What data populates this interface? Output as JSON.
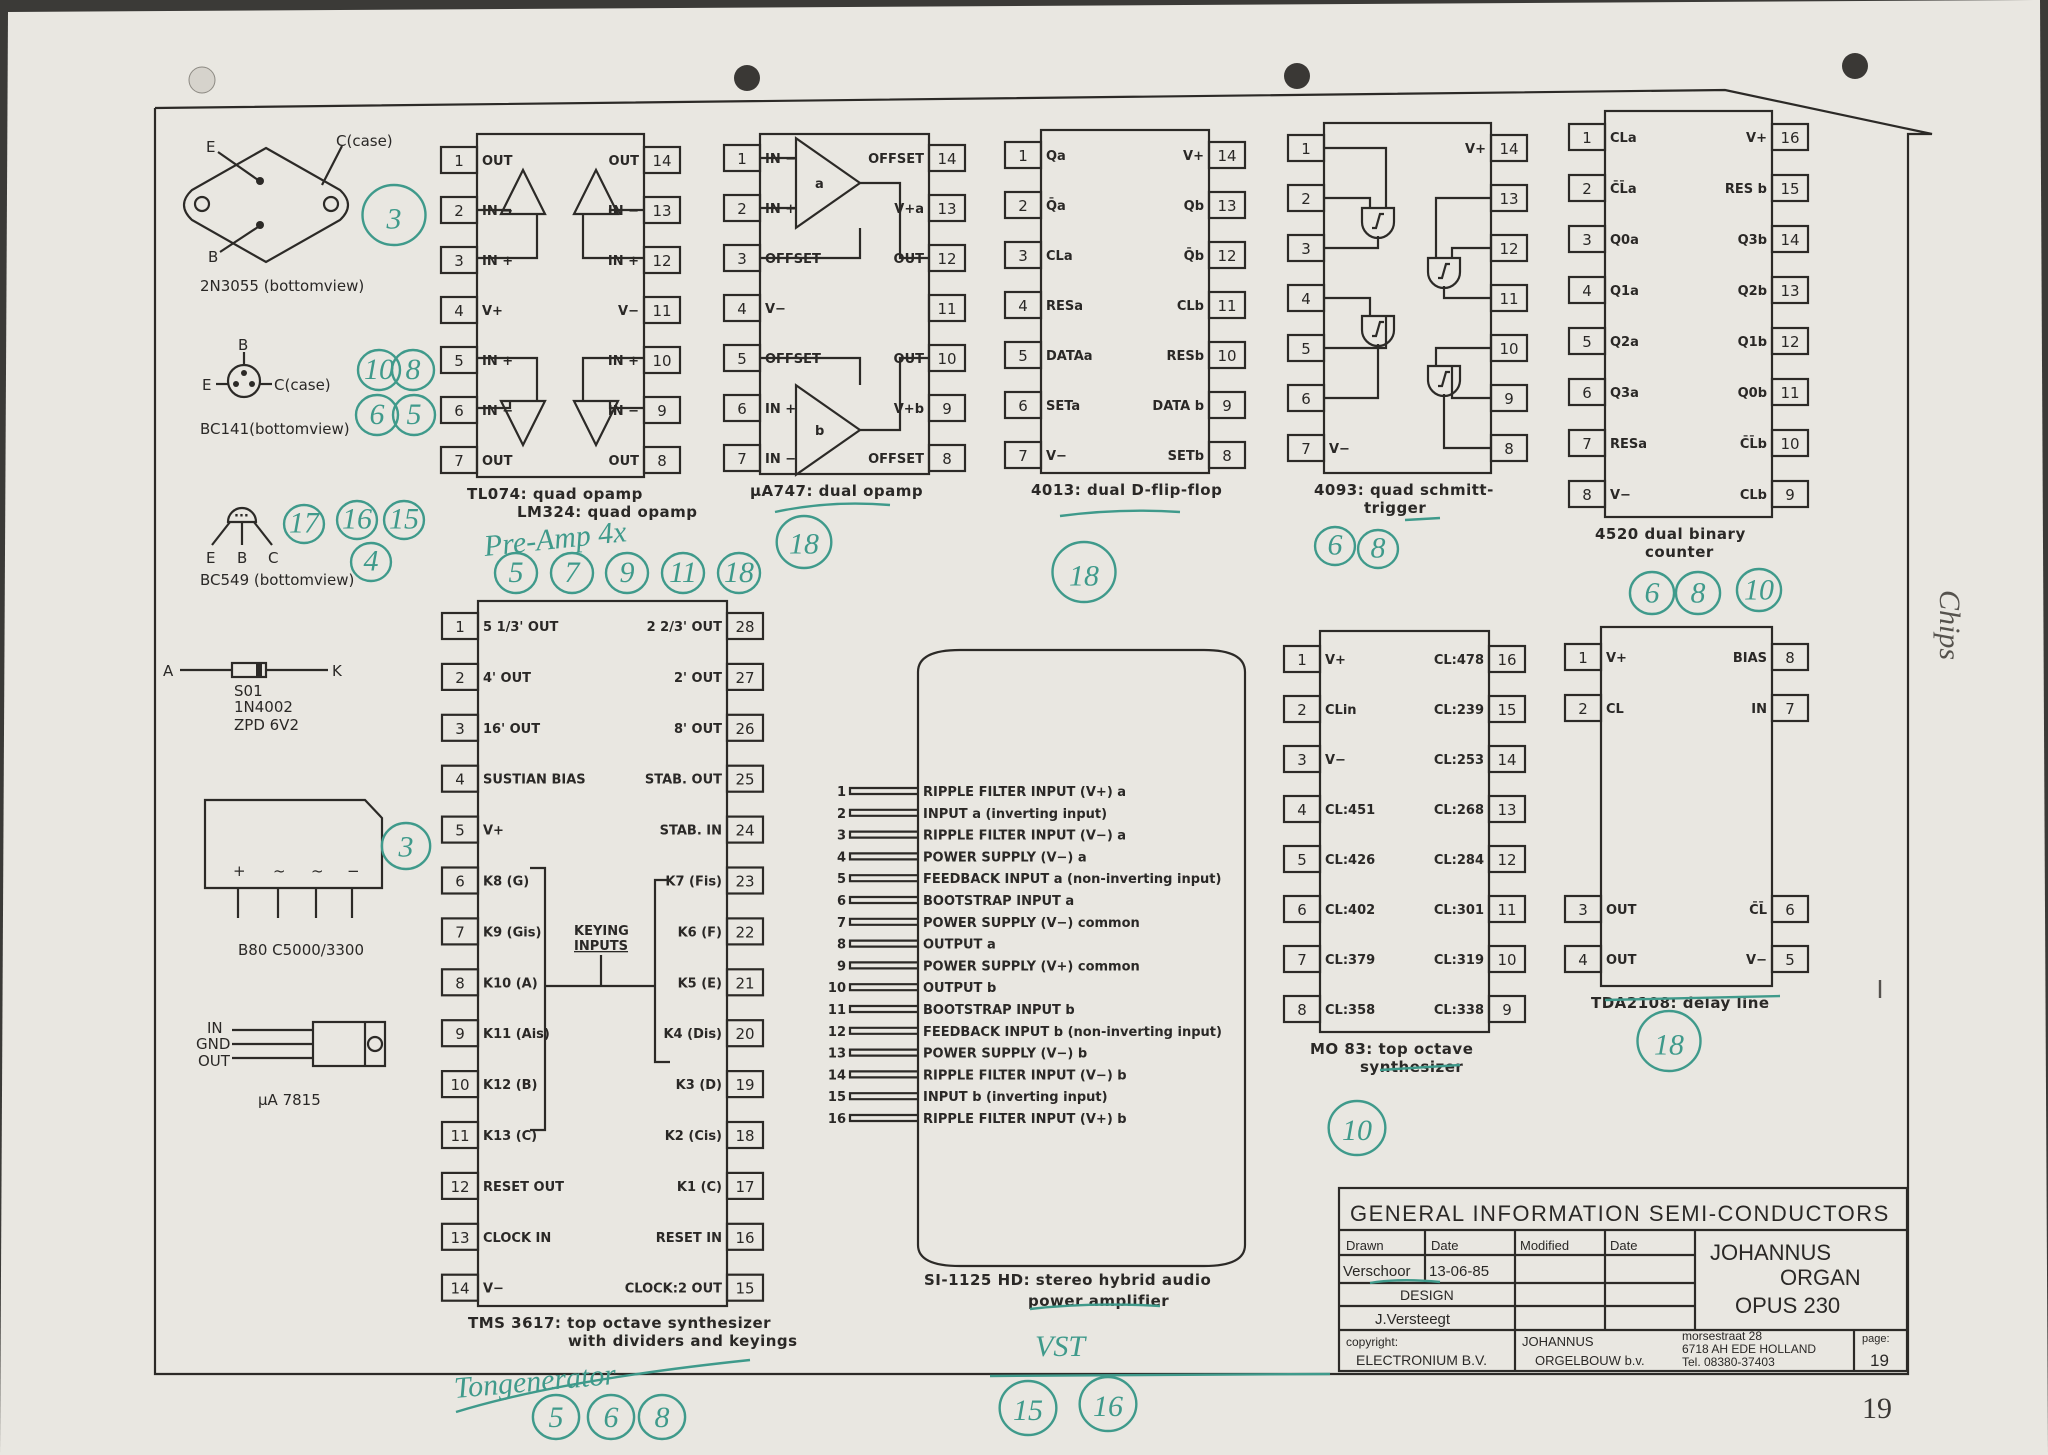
{
  "title_block": {
    "title": "GENERAL INFORMATION SEMI-CONDUCTORS",
    "drawn_label": "Drawn",
    "date_label": "Date",
    "modified_label": "Modified",
    "modified_date_label": "Date",
    "drawn_by": "Verschoor",
    "drawn_date": "13-06-85",
    "design_label": "DESIGN",
    "designer": "J.Versteegt",
    "company_line1": "JOHANNUS",
    "company_line2": "ORGAN",
    "company_line3": "OPUS  230",
    "copyright_label": "copyright:",
    "copyright_holder": "ELECTRONIUM B.V.",
    "maker_line1": "JOHANNUS",
    "maker_line2": "ORGELBOUW b.v.",
    "address_line1": "morsestraat 28",
    "address_line2": "6718 AH EDE HOLLAND",
    "address_line3": "Tel. 08380-37403",
    "page_label": "page:",
    "page_number": "19"
  },
  "components": {
    "t2n3055": {
      "label": "2N3055 (bottomview)",
      "e": "E",
      "b": "B",
      "c": "C(case)"
    },
    "bc141": {
      "label": "BC141(bottomview)",
      "e": "E",
      "b": "B",
      "c": "C(case)"
    },
    "bc549": {
      "label": "BC549 (bottomview)",
      "e": "E",
      "b": "B",
      "c": "C"
    },
    "diode": {
      "a": "A",
      "k": "K",
      "types": [
        "S01",
        "1N4002",
        "ZPD 6V2"
      ]
    },
    "bridge": {
      "label": "B80  C5000/3300",
      "terminals": [
        "+",
        "~",
        "~",
        "−"
      ]
    },
    "regulator": {
      "label": "µA 7815",
      "pins": [
        "IN",
        "GND",
        "OUT"
      ]
    }
  },
  "chips": {
    "tl074": {
      "caption": [
        "TL074: quad  opamp",
        "LM324: quad  opamp"
      ],
      "left": [
        [
          "1",
          "OUT"
        ],
        [
          "2",
          "IN −"
        ],
        [
          "3",
          "IN +"
        ],
        [
          "4",
          "V+"
        ],
        [
          "5",
          "IN +"
        ],
        [
          "6",
          "IN −"
        ],
        [
          "7",
          "OUT"
        ]
      ],
      "right": [
        [
          "14",
          "OUT"
        ],
        [
          "13",
          "IN −"
        ],
        [
          "12",
          "IN +"
        ],
        [
          "11",
          "V−"
        ],
        [
          "10",
          "IN +"
        ],
        [
          "9",
          "IN −"
        ],
        [
          "8",
          "OUT"
        ]
      ]
    },
    "ua747": {
      "caption": [
        "µA747: dual  opamp"
      ],
      "left": [
        [
          "1",
          "IN −"
        ],
        [
          "2",
          "IN +"
        ],
        [
          "3",
          "OFFSET"
        ],
        [
          "4",
          "V−"
        ],
        [
          "5",
          "OFFSET"
        ],
        [
          "6",
          "IN +"
        ],
        [
          "7",
          "IN −"
        ]
      ],
      "right": [
        [
          "14",
          "OFFSET"
        ],
        [
          "13",
          "V+a"
        ],
        [
          "12",
          "OUT"
        ],
        [
          "11",
          ""
        ],
        [
          "10",
          "OUT"
        ],
        [
          "9",
          "V+b"
        ],
        [
          "8",
          "OFFSET"
        ]
      ],
      "amps": [
        "a",
        "b"
      ]
    },
    "cd4013": {
      "caption": [
        "4013: dual  D-flip-flop"
      ],
      "left": [
        [
          "1",
          "Qa"
        ],
        [
          "2",
          "Q̄a"
        ],
        [
          "3",
          "CLa"
        ],
        [
          "4",
          "RESa"
        ],
        [
          "5",
          "DATAa"
        ],
        [
          "6",
          "SETa"
        ],
        [
          "7",
          "V−"
        ]
      ],
      "right": [
        [
          "14",
          "V+"
        ],
        [
          "13",
          "Qb"
        ],
        [
          "12",
          "Q̄b"
        ],
        [
          "11",
          "CLb"
        ],
        [
          "10",
          "RESb"
        ],
        [
          "9",
          "DATA b"
        ],
        [
          "8",
          "SETb"
        ]
      ]
    },
    "cd4093": {
      "caption": [
        "4093:  quad schmitt-",
        "trigger"
      ],
      "left": [
        [
          "1",
          ""
        ],
        [
          "2",
          ""
        ],
        [
          "3",
          ""
        ],
        [
          "4",
          ""
        ],
        [
          "5",
          ""
        ],
        [
          "6",
          ""
        ],
        [
          "7",
          "V−"
        ]
      ],
      "right": [
        [
          "14",
          "V+"
        ],
        [
          "13",
          ""
        ],
        [
          "12",
          ""
        ],
        [
          "11",
          ""
        ],
        [
          "10",
          ""
        ],
        [
          "9",
          ""
        ],
        [
          "8",
          ""
        ]
      ]
    },
    "cd4520": {
      "caption": [
        "4520  dual  binary",
        "counter"
      ],
      "left": [
        [
          "1",
          "CLa"
        ],
        [
          "2",
          "C̄L̄a"
        ],
        [
          "3",
          "Q0a"
        ],
        [
          "4",
          "Q1a"
        ],
        [
          "5",
          "Q2a"
        ],
        [
          "6",
          "Q3a"
        ],
        [
          "7",
          "RESa"
        ],
        [
          "8",
          "V−"
        ]
      ],
      "right": [
        [
          "16",
          "V+"
        ],
        [
          "15",
          "RES b"
        ],
        [
          "14",
          "Q3b"
        ],
        [
          "13",
          "Q2b"
        ],
        [
          "12",
          "Q1b"
        ],
        [
          "11",
          "Q0b"
        ],
        [
          "10",
          "C̄L̄b"
        ],
        [
          "9",
          "CLb"
        ]
      ]
    },
    "tms3617": {
      "caption": [
        "TMS 3617: top  octave  synthesizer",
        "with dividers and keyings"
      ],
      "left": [
        [
          "1",
          "5 1/3' OUT"
        ],
        [
          "2",
          "4' OUT"
        ],
        [
          "3",
          "16' OUT"
        ],
        [
          "4",
          "SUSTIAN BIAS"
        ],
        [
          "5",
          "V+"
        ],
        [
          "6",
          "K8 (G)"
        ],
        [
          "7",
          "K9 (Gis)"
        ],
        [
          "8",
          "K10 (A)"
        ],
        [
          "9",
          "K11 (Ais)"
        ],
        [
          "10",
          "K12 (B)"
        ],
        [
          "11",
          "K13 (C)"
        ],
        [
          "12",
          "RESET OUT"
        ],
        [
          "13",
          "CLOCK IN"
        ],
        [
          "14",
          "V−"
        ]
      ],
      "right": [
        [
          "28",
          "2 2/3' OUT"
        ],
        [
          "27",
          "2' OUT"
        ],
        [
          "26",
          "8' OUT"
        ],
        [
          "25",
          "STAB. OUT"
        ],
        [
          "24",
          "STAB. IN"
        ],
        [
          "23",
          "K7 (Fis)"
        ],
        [
          "22",
          "K6 (F)"
        ],
        [
          "21",
          "K5 (E)"
        ],
        [
          "20",
          "K4 (Dis)"
        ],
        [
          "19",
          "K3 (D)"
        ],
        [
          "18",
          "K2 (Cis)"
        ],
        [
          "17",
          "K1 (C)"
        ],
        [
          "16",
          "RESET IN"
        ],
        [
          "15",
          "CLOCK:2 OUT"
        ]
      ],
      "keying_label": [
        "KEYING",
        "INPUTS"
      ]
    },
    "mo83": {
      "caption": [
        "MO 83: top  octave",
        "synthesizer"
      ],
      "left": [
        [
          "1",
          "V+"
        ],
        [
          "2",
          "CLin"
        ],
        [
          "3",
          "V−"
        ],
        [
          "4",
          "CL:451"
        ],
        [
          "5",
          "CL:426"
        ],
        [
          "6",
          "CL:402"
        ],
        [
          "7",
          "CL:379"
        ],
        [
          "8",
          "CL:358"
        ]
      ],
      "right": [
        [
          "16",
          "CL:478"
        ],
        [
          "15",
          "CL:239"
        ],
        [
          "14",
          "CL:253"
        ],
        [
          "13",
          "CL:268"
        ],
        [
          "12",
          "CL:284"
        ],
        [
          "11",
          "CL:301"
        ],
        [
          "10",
          "CL:319"
        ],
        [
          "9",
          "CL:338"
        ]
      ]
    },
    "tda2108": {
      "caption": [
        "TDA2108: delay line"
      ],
      "left": [
        [
          "1",
          "V+"
        ],
        [
          "2",
          "CL"
        ],
        [
          "3",
          "OUT"
        ],
        [
          "4",
          "OUT"
        ]
      ],
      "right": [
        [
          "8",
          "BIAS"
        ],
        [
          "7",
          "IN"
        ],
        [
          "6",
          "C̄L̄"
        ],
        [
          "5",
          "V−"
        ]
      ]
    }
  },
  "si1125": {
    "caption": [
      "SI-1125 HD:  stereo hybrid  audio",
      "power amplifier"
    ],
    "pins": [
      [
        "1",
        "RIPPLE FILTER INPUT (V+) a"
      ],
      [
        "2",
        "INPUT a (inverting input)"
      ],
      [
        "3",
        "RIPPLE FILTER INPUT (V−) a"
      ],
      [
        "4",
        "POWER SUPPLY (V−) a"
      ],
      [
        "5",
        "FEEDBACK INPUT a (non-inverting input)"
      ],
      [
        "6",
        "BOOTSTRAP INPUT a"
      ],
      [
        "7",
        "POWER SUPPLY (V−) common"
      ],
      [
        "8",
        "OUTPUT a"
      ],
      [
        "9",
        "POWER SUPPLY (V+) common"
      ],
      [
        "10",
        "OUTPUT b"
      ],
      [
        "11",
        "BOOTSTRAP INPUT b"
      ],
      [
        "12",
        "FEEDBACK INPUT b (non-inverting input)"
      ],
      [
        "13",
        "POWER SUPPLY (V−) b"
      ],
      [
        "14",
        "RIPPLE FILTER INPUT (V−) b"
      ],
      [
        "15",
        "INPUT b (inverting input)"
      ],
      [
        "16",
        "RIPPLE FILTER INPUT (V+) b"
      ]
    ]
  },
  "handwriting": {
    "preamp": "Pre-Amp 4x",
    "tonegenerator": "Tongenerator",
    "vst": "VST",
    "chips": "Chips",
    "page": "19",
    "circles": {
      "n3055": "3",
      "bc141": [
        "10",
        "8",
        "6",
        "5"
      ],
      "bc549": [
        "17",
        "16",
        "15",
        "4"
      ],
      "preamp": [
        "5",
        "7",
        "9",
        "11",
        "18"
      ],
      "ua747": "18",
      "cd4013": "18",
      "cd4093": [
        "6",
        "8"
      ],
      "cd4520": [
        "6",
        "8",
        "10"
      ],
      "bridge": "3",
      "tda2108": "18",
      "mo83": "10",
      "si1125": [
        "15",
        "16"
      ],
      "tms3617": [
        "5",
        "6",
        "8"
      ]
    }
  },
  "colors": {
    "ink": "#2c2a27",
    "paper": "#e9e7e1",
    "annotation": "#3f9a8b"
  }
}
